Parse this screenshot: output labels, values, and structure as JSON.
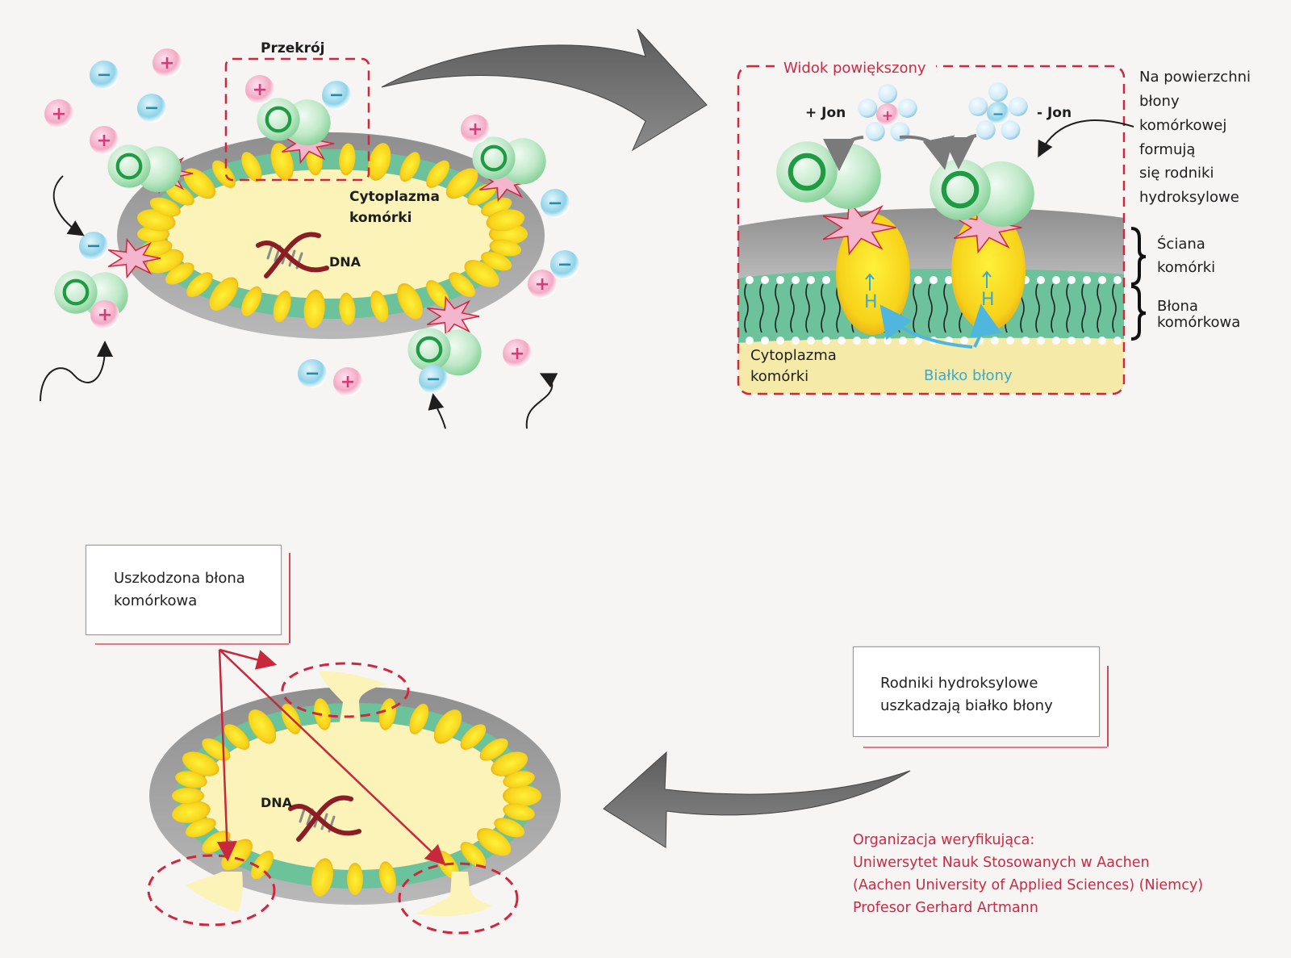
{
  "diagram": {
    "title": "Hydroxyl radicals damaging cell membrane",
    "colors": {
      "background": "#f7f5f4",
      "cell_wall": "#9a9a9a",
      "membrane": "#6cc29a",
      "cytoplasm": "#fbf3b8",
      "protein": "#f7d21a",
      "dna_strand": "#8b1e24",
      "dashed_outline": "#d0263e",
      "positive_ion": "#f3a9c4",
      "negative_ion": "#9fd8ea",
      "radical": "#bfe8c8",
      "radical_ring": "#1f9c43",
      "arrow_gray": "#7a7a7a",
      "label_red": "#cc2a44",
      "label_cyan": "#3aa9cf"
    },
    "top_left_cell": {
      "section_label": "Przekrój",
      "cytoplasm_label": [
        "Cytoplazma",
        "komórki"
      ],
      "dna_label": "DNA",
      "positive_ion_symbol": "+",
      "negative_ion_symbol": "−"
    },
    "zoom_view": {
      "title": "Widok powiększony",
      "positive_ion_label": "+ Jon",
      "negative_ion_label": "- Jon",
      "cytoplasm_label": [
        "Cytoplazma",
        "komórki"
      ],
      "protein_label": "Białko błony",
      "hydrogen_symbol": "H",
      "side_note": [
        "Na powierzchni",
        "błony",
        "komórkowej",
        "formują",
        "się rodniki",
        "hydroksylowe"
      ],
      "wall_label": [
        "Ściana",
        "komórki"
      ],
      "membrane_label": [
        "Błona",
        "komórkowa"
      ]
    },
    "bottom_cell": {
      "dna_label": "DNA"
    },
    "callouts": {
      "damaged_membrane": [
        "Uszkodzona błona",
        "komórkowa"
      ],
      "radicals_damage": [
        "Rodniki hydroksylowe",
        "uszkadzają białko błony"
      ]
    },
    "credits": [
      "Organizacja weryfikująca:",
      "Uniwersytet Nauk Stosowanych w Aachen",
      "(Aachen University of Applied Sciences) (Niemcy)",
      "Profesor Gerhard Artmann"
    ]
  }
}
